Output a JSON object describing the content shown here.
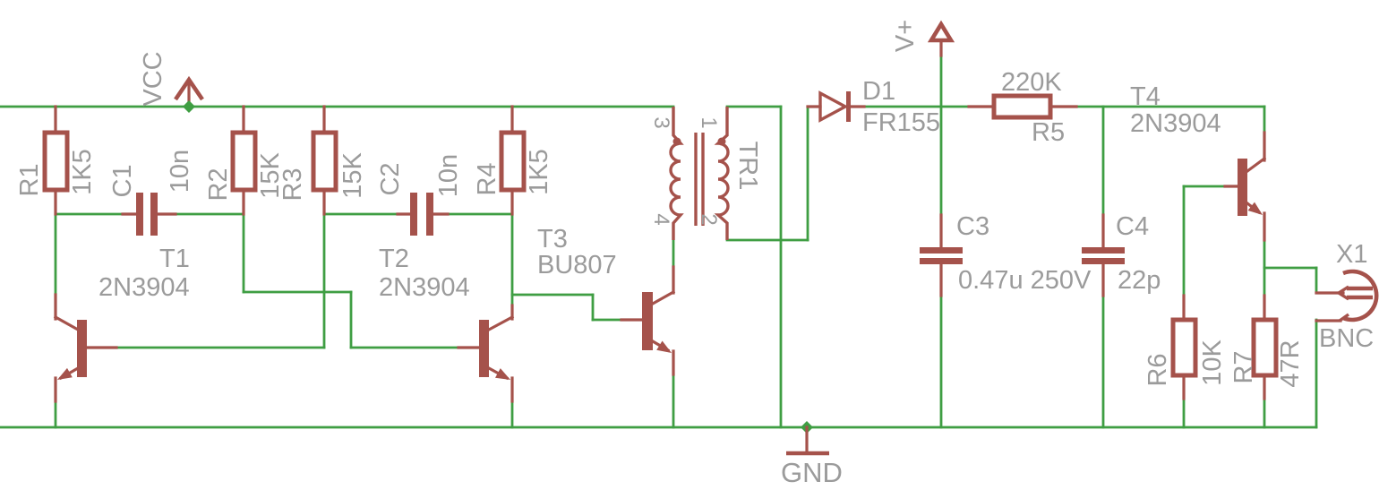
{
  "colors": {
    "wire": "#3f9e43",
    "symbol": "#a5524b",
    "label": "#9b9b9b",
    "background": "#ffffff"
  },
  "power": {
    "vcc": "VCC",
    "vplus": "V+",
    "gnd": "GND"
  },
  "components": {
    "r1": {
      "name": "R1",
      "value": "1K5"
    },
    "r2": {
      "name": "R2",
      "value": "15K"
    },
    "r3": {
      "name": "R3",
      "value": "15K"
    },
    "r4": {
      "name": "R4",
      "value": "1K5"
    },
    "r5": {
      "name": "R5",
      "value": "220K"
    },
    "r6": {
      "name": "R6",
      "value": "10K"
    },
    "r7": {
      "name": "R7",
      "value": "47R"
    },
    "c1": {
      "name": "C1",
      "value": "10n"
    },
    "c2": {
      "name": "C2",
      "value": "10n"
    },
    "c3": {
      "name": "C3",
      "value": "0.47u 250V"
    },
    "c4": {
      "name": "C4",
      "value": "22p"
    },
    "t1": {
      "name": "T1",
      "value": "2N3904"
    },
    "t2": {
      "name": "T2",
      "value": "2N3904"
    },
    "t3": {
      "name": "T3",
      "value": "BU807"
    },
    "t4": {
      "name": "T4",
      "value": "2N3904"
    },
    "d1": {
      "name": "D1",
      "value": "FR155"
    },
    "tr1": {
      "name": "TR1",
      "pins": {
        "p1": "1",
        "p2": "2",
        "p3": "3",
        "p4": "4"
      }
    },
    "x1": {
      "name": "X1",
      "value": "BNC"
    }
  }
}
